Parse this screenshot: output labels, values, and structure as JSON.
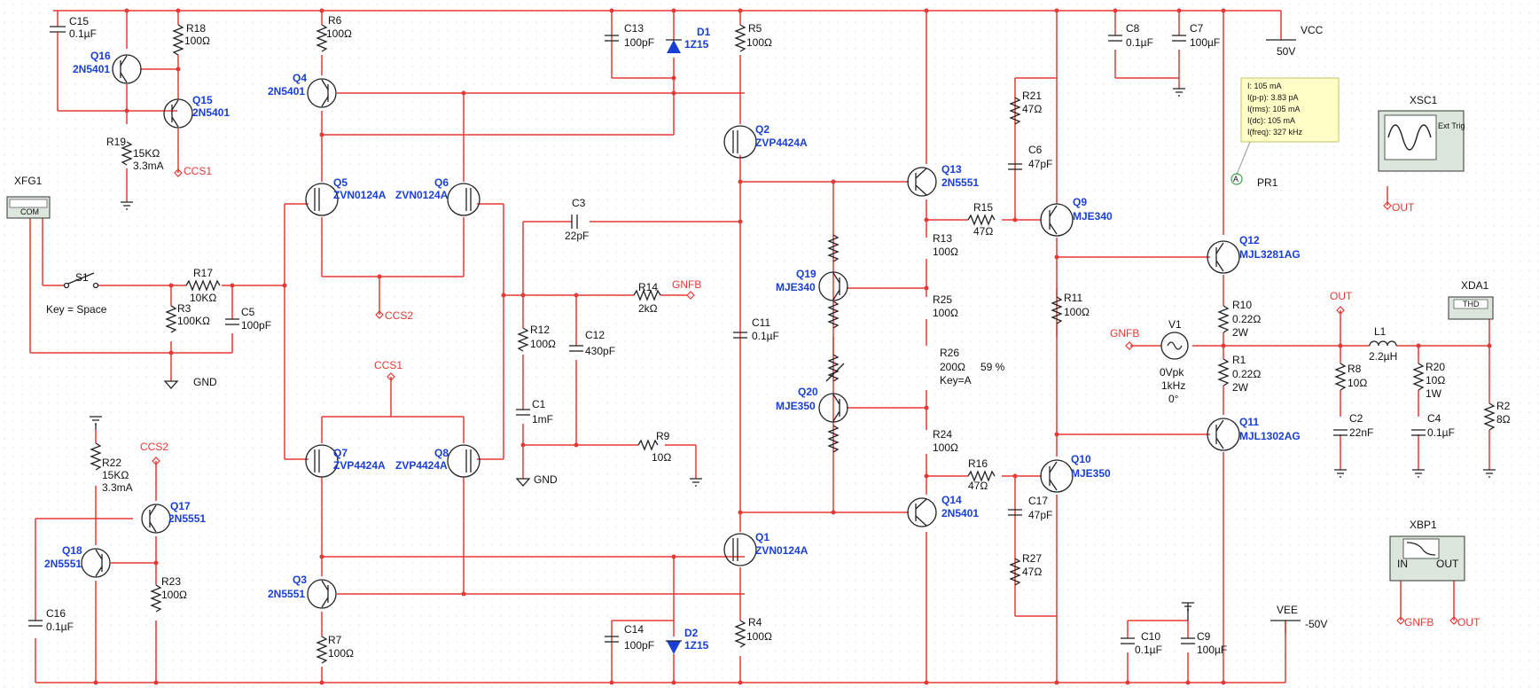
{
  "components": {
    "c15": {
      "ref": "C15",
      "value": "0.1µF"
    },
    "r18": {
      "ref": "R18",
      "value": "100Ω"
    },
    "q16": {
      "ref": "Q16",
      "part": "2N5401"
    },
    "q15": {
      "ref": "Q15",
      "part": "2N5401"
    },
    "r19": {
      "ref": "R19",
      "value": "15KΩ",
      "current": "3.3mA"
    },
    "ccs1_q15": {
      "label": "CCS1"
    },
    "xfg1": {
      "ref": "XFG1",
      "com": "COM"
    },
    "s1": {
      "ref": "S1",
      "key": "Key = Space"
    },
    "r17": {
      "ref": "R17",
      "value": "10KΩ"
    },
    "r3": {
      "ref": "R3",
      "value": "100KΩ"
    },
    "c5": {
      "ref": "C5",
      "value": "100pF"
    },
    "gnd1": {
      "label": "GND"
    },
    "r6": {
      "ref": "R6",
      "value": "100Ω"
    },
    "q4": {
      "ref": "Q4",
      "part": "2N5401"
    },
    "q5": {
      "ref": "Q5",
      "part": "ZVN0124A"
    },
    "q6": {
      "ref": "Q6",
      "part": "ZVN0124A"
    },
    "ccs2_pair": {
      "label": "CCS2"
    },
    "ccs1_mid": {
      "label": "CCS1"
    },
    "q7": {
      "ref": "Q7",
      "part": "ZVP4424A"
    },
    "q8": {
      "ref": "Q8",
      "part": "ZVP4424A"
    },
    "q3": {
      "ref": "Q3",
      "part": "2N5551"
    },
    "r7": {
      "ref": "R7",
      "value": "100Ω"
    },
    "r22": {
      "ref": "R22",
      "value": "15KΩ",
      "current": "3.3mA"
    },
    "ccs2_q17": {
      "label": "CCS2"
    },
    "q17": {
      "ref": "Q17",
      "part": "2N5551"
    },
    "q18": {
      "ref": "Q18",
      "part": "2N5551"
    },
    "r23": {
      "ref": "R23",
      "value": "100Ω"
    },
    "c16": {
      "ref": "C16",
      "value": "0.1µF"
    },
    "c13": {
      "ref": "C13",
      "value": "100pF"
    },
    "d1": {
      "ref": "D1",
      "part": "1Z15"
    },
    "r5": {
      "ref": "R5",
      "value": "100Ω"
    },
    "q2": {
      "ref": "Q2",
      "part": "ZVP4424A"
    },
    "c3": {
      "ref": "C3",
      "value": "22pF"
    },
    "r14": {
      "ref": "R14",
      "value": "2kΩ"
    },
    "gnfb1": {
      "label": "GNFB"
    },
    "r12": {
      "ref": "R12",
      "value": "100Ω"
    },
    "c12": {
      "ref": "C12",
      "value": "430pF"
    },
    "c1": {
      "ref": "C1",
      "value": "1mF"
    },
    "r9": {
      "ref": "R9",
      "value": "10Ω"
    },
    "gnd2": {
      "label": "GND"
    },
    "c11": {
      "ref": "C11",
      "value": "0.1µF"
    },
    "q1": {
      "ref": "Q1",
      "part": "ZVN0124A"
    },
    "c14": {
      "ref": "C14",
      "value": "100pF"
    },
    "d2": {
      "ref": "D2",
      "part": "1Z15"
    },
    "r4": {
      "ref": "R4",
      "value": "100Ω"
    },
    "q13": {
      "ref": "Q13",
      "part": "2N5551"
    },
    "r13": {
      "ref": "R13",
      "value": "100Ω"
    },
    "q19": {
      "ref": "Q19",
      "part": "MJE340"
    },
    "r25": {
      "ref": "R25",
      "value": "100Ω"
    },
    "r26": {
      "ref": "R26",
      "value": "200Ω",
      "key": "Key=A",
      "percent": "59 %"
    },
    "q20": {
      "ref": "Q20",
      "part": "MJE350"
    },
    "r24": {
      "ref": "R24",
      "value": "100Ω"
    },
    "q14": {
      "ref": "Q14",
      "part": "2N5401"
    },
    "r21": {
      "ref": "R21",
      "value": "47Ω"
    },
    "c6": {
      "ref": "C6",
      "value": "47pF"
    },
    "r15": {
      "ref": "R15",
      "value": "47Ω"
    },
    "q9": {
      "ref": "Q9",
      "part": "MJE340"
    },
    "r11": {
      "ref": "R11",
      "value": "100Ω"
    },
    "r16": {
      "ref": "R16",
      "value": "47Ω"
    },
    "q10": {
      "ref": "Q10",
      "part": "MJE350"
    },
    "c17": {
      "ref": "C17",
      "value": "47pF"
    },
    "r27": {
      "ref": "R27",
      "value": "47Ω"
    },
    "c8": {
      "ref": "C8",
      "value": "0.1µF"
    },
    "c7": {
      "ref": "C7",
      "value": "100µF"
    },
    "vcc": {
      "label": "VCC",
      "value": "50V"
    },
    "probe": {
      "lines": [
        "I: 105 mA",
        "I(p-p): 3.83 pA",
        "I(rms): 105 mA",
        "I(dc): 105 mA",
        "I(freq): 327 kHz"
      ],
      "ref": "PR1",
      "glyph": "A"
    },
    "q12": {
      "ref": "Q12",
      "part": "MJL3281AG"
    },
    "r10": {
      "ref": "R10",
      "value": "0.22Ω",
      "power": "2W"
    },
    "r1": {
      "ref": "R1",
      "value": "0.22Ω",
      "power": "2W"
    },
    "q11": {
      "ref": "Q11",
      "part": "MJL1302AG"
    },
    "gnfb2": {
      "label": "GNFB"
    },
    "v1": {
      "ref": "V1",
      "amp": "0Vpk",
      "freq": "1kHz",
      "phase": "0°"
    },
    "out1": {
      "label": "OUT"
    },
    "l1": {
      "ref": "L1",
      "value": "2.2µH"
    },
    "r8": {
      "ref": "R8",
      "value": "10Ω"
    },
    "c2": {
      "ref": "C2",
      "value": "22nF"
    },
    "r20": {
      "ref": "R20",
      "value": "10Ω",
      "power": "1W"
    },
    "c4": {
      "ref": "C4",
      "value": "0.1µF"
    },
    "r2": {
      "ref": "R2",
      "value": "8Ω"
    },
    "xsc1": {
      "ref": "XSC1",
      "label": "OUT",
      "trig": "Ext Trig"
    },
    "xda1": {
      "ref": "XDA1",
      "screen": "THD"
    },
    "xbp1": {
      "ref": "XBP1",
      "in": "IN",
      "out": "OUT",
      "gnfb": "GNFB",
      "outlbl": "OUT"
    },
    "c10": {
      "ref": "C10",
      "value": "0.1µF"
    },
    "c9": {
      "ref": "C9",
      "value": "100µF"
    },
    "vee": {
      "label": "VEE",
      "value": "-50V"
    }
  },
  "colors": {
    "wire": "#e53935",
    "label": "#1a3fd6",
    "text": "#111111",
    "grid": "#c9c9c9"
  }
}
